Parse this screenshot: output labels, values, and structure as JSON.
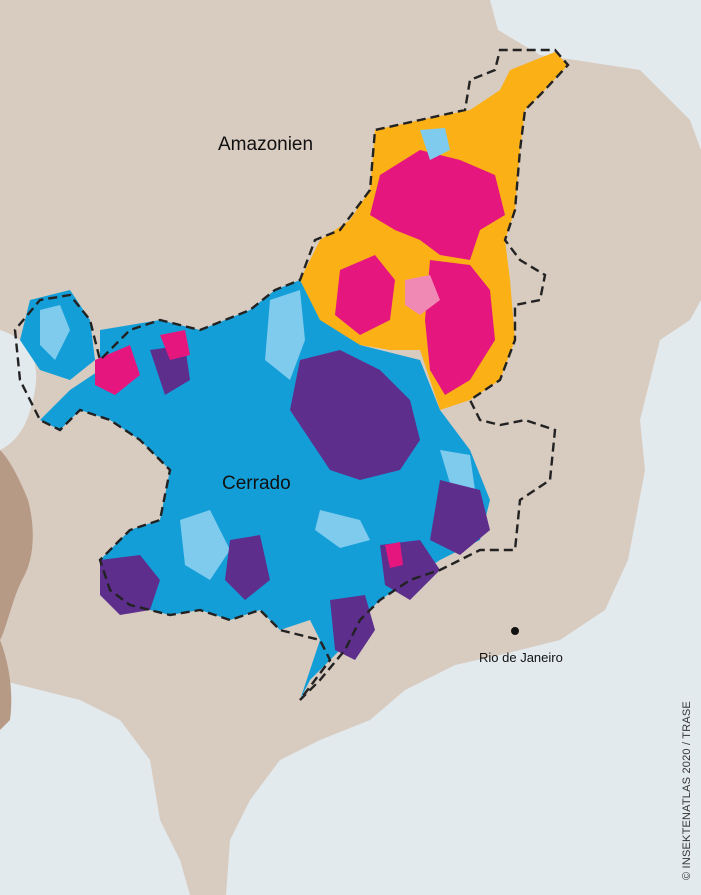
{
  "map": {
    "region_labels": {
      "amazon": "Amazonien",
      "cerrado": "Cerrado",
      "city": "Rio de Janeiro"
    },
    "credit": "© INSEKTENATLAS 2020 / TRASE",
    "colors": {
      "ocean": "#e3eaed",
      "land": "#d8cbc0",
      "land_relief": "#b79a85",
      "category_orange": "#fbb116",
      "category_magenta": "#e5177e",
      "category_pink": "#f08ab5",
      "category_blue": "#149ed8",
      "category_light_blue": "#7fcbee",
      "category_purple": "#5d2e8c",
      "boundary": "#222222"
    }
  }
}
